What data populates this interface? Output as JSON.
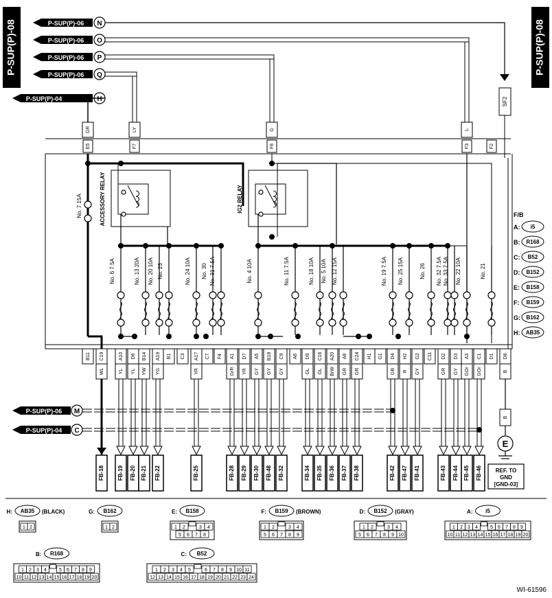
{
  "page_tag": "P-SUP(P)-08",
  "figure_id": "WI-61596",
  "sources": [
    {
      "label": "P-SUP(P)-06",
      "letter": "N"
    },
    {
      "label": "P-SUP(P)-06",
      "letter": "O"
    },
    {
      "label": "P-SUP(P)-06",
      "letter": "P"
    },
    {
      "label": "P-SUP(P)-06",
      "letter": "Q"
    },
    {
      "label": "P-SUP(P)-04",
      "letter": "H"
    }
  ],
  "mid_refs": [
    {
      "label": "P-SUP(P)-06",
      "letter": "M"
    },
    {
      "label": "P-SUP(P)-04",
      "letter": "C"
    }
  ],
  "wire_colors_top": [
    "GR",
    "LY",
    "G",
    "L"
  ],
  "terminals_top": [
    "E5",
    "F7",
    "F8",
    "F3",
    "F2"
  ],
  "sf_label": "SF2",
  "relays": [
    "ACCESSORY RELAY",
    "IG2 RELAY"
  ],
  "fuse7": "No. 7  15A",
  "fuses": [
    "No. 6  7.5A",
    "No. 13  20A",
    "No. 20  10A",
    "No. 23",
    "No. 24  10A",
    "No. 30",
    "No. 31  7.5A",
    "No. 4  10A",
    "No. 11  7.5A",
    "No. 18  10A",
    "No. 5  10A",
    "No. 12  15A",
    "No. 19  7.5A",
    "No. 25  15A",
    "No. 26",
    "No. 32  7.5A",
    "No. 33  7.5A",
    "No. 22  10A",
    "No. 21"
  ],
  "fb_legend_title": "F/B",
  "fb_legend": [
    {
      "key": "A:",
      "conn": "i5"
    },
    {
      "key": "B:",
      "conn": "R168"
    },
    {
      "key": "C:",
      "conn": "B52"
    },
    {
      "key": "D:",
      "conn": "B152"
    },
    {
      "key": "E:",
      "conn": "B158"
    },
    {
      "key": "F:",
      "conn": "B159"
    },
    {
      "key": "G:",
      "conn": "B162"
    },
    {
      "key": "H:",
      "conn": "AB35"
    }
  ],
  "bottom_terminals": [
    "B11",
    "C19",
    "A10",
    "D6",
    "B14",
    "A19",
    "B1",
    "C3",
    "A17",
    "C7",
    "F4",
    "A1",
    "D7",
    "A5",
    "B18",
    "C9",
    "A6",
    "D9",
    "C16",
    "A20",
    "A8",
    "C24",
    "H1",
    "G1",
    "D4",
    "H2",
    "G2",
    "C11",
    "D2",
    "D3",
    "A3",
    "C1",
    "D1",
    "D8"
  ],
  "wires": [
    "WL",
    "YL",
    "YL",
    "YW",
    "YG",
    "YR",
    "GrR",
    "YR",
    "GY",
    "GY",
    "GY",
    "GL",
    "GL",
    "BrW",
    "GR",
    "GR",
    "GB",
    "R",
    "GY",
    "GR",
    "GY",
    "GOr",
    "GOr",
    "B"
  ],
  "destinations": [
    "FB-18",
    "FB-19",
    "FB-20",
    "FB-21",
    "FB-22",
    "FB-25",
    "FB-28",
    "FB-29",
    "FB-30",
    "FB-48",
    "FB-32",
    "FB-34",
    "FB-35",
    "FB-36",
    "FB-37",
    "FB-38",
    "FB-42",
    "FB-47",
    "FB-41",
    "FB-43",
    "FB-44",
    "FB-45",
    "FB-46"
  ],
  "ground": {
    "wire": "B",
    "letter": "E",
    "ref_lines": [
      "REF. TO",
      "GND",
      "[GND-03]"
    ]
  },
  "connectors": [
    {
      "key": "H:",
      "conn": "AB35",
      "note": "(BLACK)",
      "rows": [
        [
          "1",
          "2"
        ]
      ]
    },
    {
      "key": "G:",
      "conn": "B162",
      "note": "",
      "rows": [
        [
          "1",
          "2"
        ]
      ]
    },
    {
      "key": "E:",
      "conn": "B158",
      "note": "",
      "rows": [
        [
          "1",
          "2",
          "",
          "3",
          "4"
        ],
        [
          "5",
          "6",
          "7",
          "8"
        ]
      ]
    },
    {
      "key": "F:",
      "conn": "B159",
      "note": "(BROWN)",
      "rows": [
        [
          "1",
          "2",
          "",
          "3",
          "4"
        ],
        [
          "5",
          "6",
          "7",
          "8",
          "9"
        ]
      ]
    },
    {
      "key": "D:",
      "conn": "B152",
      "note": "(GRAY)",
      "rows": [
        [
          "1",
          "2",
          "",
          "3",
          "4"
        ],
        [
          "5",
          "6",
          "7",
          "8",
          "9",
          "10"
        ]
      ]
    },
    {
      "key": "A:",
      "conn": "i5",
      "note": "",
      "rows": [
        [
          "1",
          "2",
          "3",
          "4",
          "",
          "5",
          "6",
          "7",
          "8",
          "9"
        ],
        [
          "10",
          "11",
          "12",
          "13",
          "14",
          "15",
          "16",
          "17",
          "18",
          "19",
          "20"
        ]
      ]
    },
    {
      "key": "B:",
      "conn": "R168",
      "note": "",
      "rows": [
        [
          "1",
          "2",
          "3",
          "4",
          "",
          "5",
          "6",
          "7",
          "8",
          "9"
        ],
        [
          "10",
          "11",
          "12",
          "13",
          "14",
          "15",
          "16",
          "17",
          "18",
          "19",
          "20"
        ]
      ]
    },
    {
      "key": "C:",
      "conn": "B52",
      "note": "",
      "rows": [
        [
          "1",
          "2",
          "3",
          "4",
          "5",
          "",
          "6",
          "7",
          "8",
          "9",
          "10",
          "11"
        ],
        [
          "12",
          "13",
          "14",
          "15",
          "16",
          "17",
          "18",
          "19",
          "20",
          "21",
          "22",
          "23",
          "24"
        ]
      ]
    }
  ]
}
